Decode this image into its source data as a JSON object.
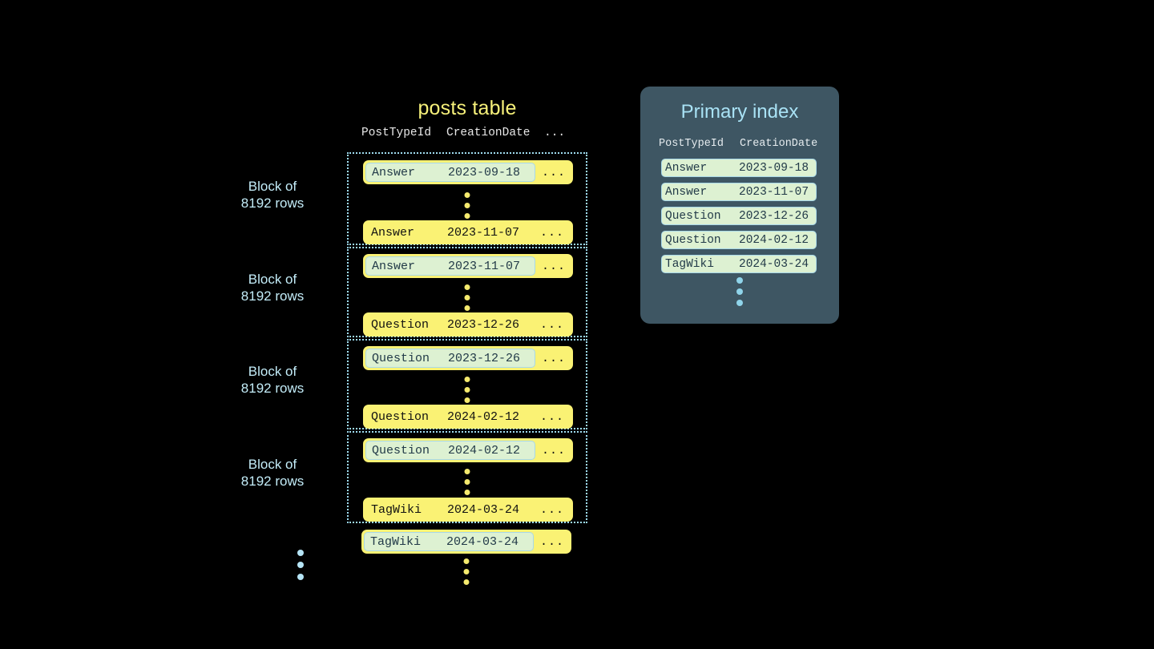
{
  "posts_table": {
    "title": "posts table",
    "columns": [
      "PostTypeId",
      "CreationDate",
      "..."
    ],
    "ellipsis_cell": "...",
    "blocks": [
      {
        "label_line1": "Block of",
        "label_line2": "8192 rows",
        "first_row": {
          "post_type_id": "Answer",
          "creation_date": "2023-09-18",
          "highlighted": true
        },
        "last_row": {
          "post_type_id": "Answer",
          "creation_date": "2023-11-07",
          "highlighted": false
        }
      },
      {
        "label_line1": "Block of",
        "label_line2": "8192 rows",
        "first_row": {
          "post_type_id": "Answer",
          "creation_date": "2023-11-07",
          "highlighted": true
        },
        "last_row": {
          "post_type_id": "Question",
          "creation_date": "2023-12-26",
          "highlighted": false
        }
      },
      {
        "label_line1": "Block of",
        "label_line2": "8192 rows",
        "first_row": {
          "post_type_id": "Question",
          "creation_date": "2023-12-26",
          "highlighted": true
        },
        "last_row": {
          "post_type_id": "Question",
          "creation_date": "2024-02-12",
          "highlighted": false
        }
      },
      {
        "label_line1": "Block of",
        "label_line2": "8192 rows",
        "first_row": {
          "post_type_id": "Question",
          "creation_date": "2024-02-12",
          "highlighted": true
        },
        "last_row": {
          "post_type_id": "TagWiki",
          "creation_date": "2024-03-24",
          "highlighted": false
        }
      }
    ],
    "trailing_row": {
      "post_type_id": "TagWiki",
      "creation_date": "2024-03-24",
      "highlighted": true
    }
  },
  "primary_index": {
    "title": "Primary index",
    "columns": [
      "PostTypeId",
      "CreationDate"
    ],
    "rows": [
      {
        "post_type_id": "Answer",
        "creation_date": "2023-09-18"
      },
      {
        "post_type_id": "Answer",
        "creation_date": "2023-11-07"
      },
      {
        "post_type_id": "Question",
        "creation_date": "2023-12-26"
      },
      {
        "post_type_id": "Question",
        "creation_date": "2024-02-12"
      },
      {
        "post_type_id": "TagWiki",
        "creation_date": "2024-03-24"
      }
    ]
  },
  "colors": {
    "background": "#000000",
    "row_yellow": "#faf274",
    "highlight_mint": "#ddf1d2",
    "highlight_border": "#a8d8e8",
    "accent_blue": "#b5e4f5",
    "panel_slate": "#3e5663",
    "title_yellow": "#f7f17a",
    "title_blue": "#a9e2f5"
  }
}
